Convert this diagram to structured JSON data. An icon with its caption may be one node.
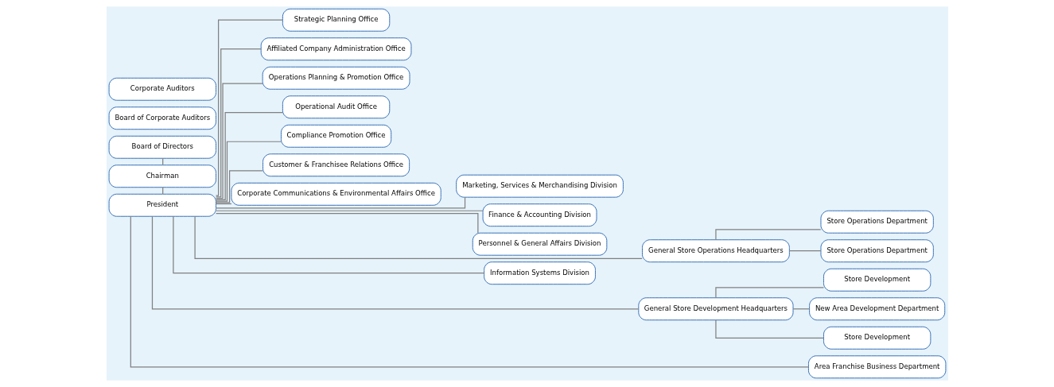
{
  "diagram": {
    "nodes": [
      {
        "text": [
          "Board of Directors"
        ]
      },
      {
        "text": [
          "Chairman"
        ]
      },
      {
        "text": [
          "President"
        ]
      },
      {
        "text": [
          "Strategic Planning Office"
        ]
      },
      {
        "text": [
          "Affiliated Company Administration Office"
        ]
      },
      {
        "text": [
          "Operations Planning & Promotion Office"
        ]
      },
      {
        "text": [
          "Operational Audit Office"
        ]
      },
      {
        "text": [
          "Compliance Promotion Office"
        ]
      },
      {
        "text": [
          "Customer & Franchisee Relations Office"
        ]
      },
      {
        "text": [
          "Corporate Communications & Environmental Affairs Office"
        ]
      },
      {
        "text": [
          "Board of Corporate Auditors"
        ]
      },
      {
        "text": [
          "Corporate Auditors"
        ]
      },
      {
        "text": [
          "Marketing, Services & Merchandising Division"
        ]
      },
      {
        "text": [
          "Finance & Accounting Division"
        ]
      },
      {
        "text": [
          "Personnel & General Affairs Division"
        ]
      },
      {
        "text": [
          "Information Systems Division"
        ]
      },
      {
        "text": [
          "General Store Operations Headquarters"
        ]
      },
      {
        "text": [
          "General Store Development Headquarters"
        ]
      },
      {
        "text": [
          "Area Franchise Business Department"
        ]
      },
      {
        "text": [
          "Store Operations Department"
        ]
      },
      {
        "text": [
          "Store Operations Department"
        ]
      },
      {
        "text": [
          "Store Development"
        ]
      },
      {
        "text": [
          "New Area Development Department"
        ]
      },
      {
        "text": [
          "Store Development"
        ]
      }
    ],
    "edges": [
      {
        "from": 0,
        "to": 1,
        "arrow": "none"
      },
      {
        "from": 1,
        "to": 2,
        "arrow": "none"
      },
      {
        "from": 2,
        "to": 3,
        "arrow": "none"
      },
      {
        "from": 2,
        "to": 4,
        "arrow": "none"
      },
      {
        "from": 2,
        "to": 5,
        "arrow": "none"
      },
      {
        "from": 2,
        "to": 6,
        "arrow": "none"
      },
      {
        "from": 2,
        "to": 7,
        "arrow": "none"
      },
      {
        "from": 2,
        "to": 8,
        "arrow": "none"
      },
      {
        "from": 2,
        "to": 9,
        "arrow": "none"
      },
      {
        "from": 2,
        "to": 12,
        "arrow": "none"
      },
      {
        "from": 2,
        "to": 13,
        "arrow": "none"
      },
      {
        "from": 2,
        "to": 14,
        "arrow": "none"
      },
      {
        "from": 2,
        "to": 15,
        "arrow": "none"
      },
      {
        "from": 2,
        "to": 16,
        "arrow": "none"
      },
      {
        "from": 2,
        "to": 17,
        "arrow": "none"
      },
      {
        "from": 2,
        "to": 18,
        "arrow": "none"
      },
      {
        "from": 16,
        "to": 19,
        "arrow": "none"
      },
      {
        "from": 16,
        "to": 20,
        "arrow": "none"
      },
      {
        "from": 17,
        "to": 21,
        "arrow": "none"
      },
      {
        "from": 17,
        "to": 22,
        "arrow": "none"
      },
      {
        "from": 17,
        "to": 23,
        "arrow": "none"
      }
    ]
  }
}
